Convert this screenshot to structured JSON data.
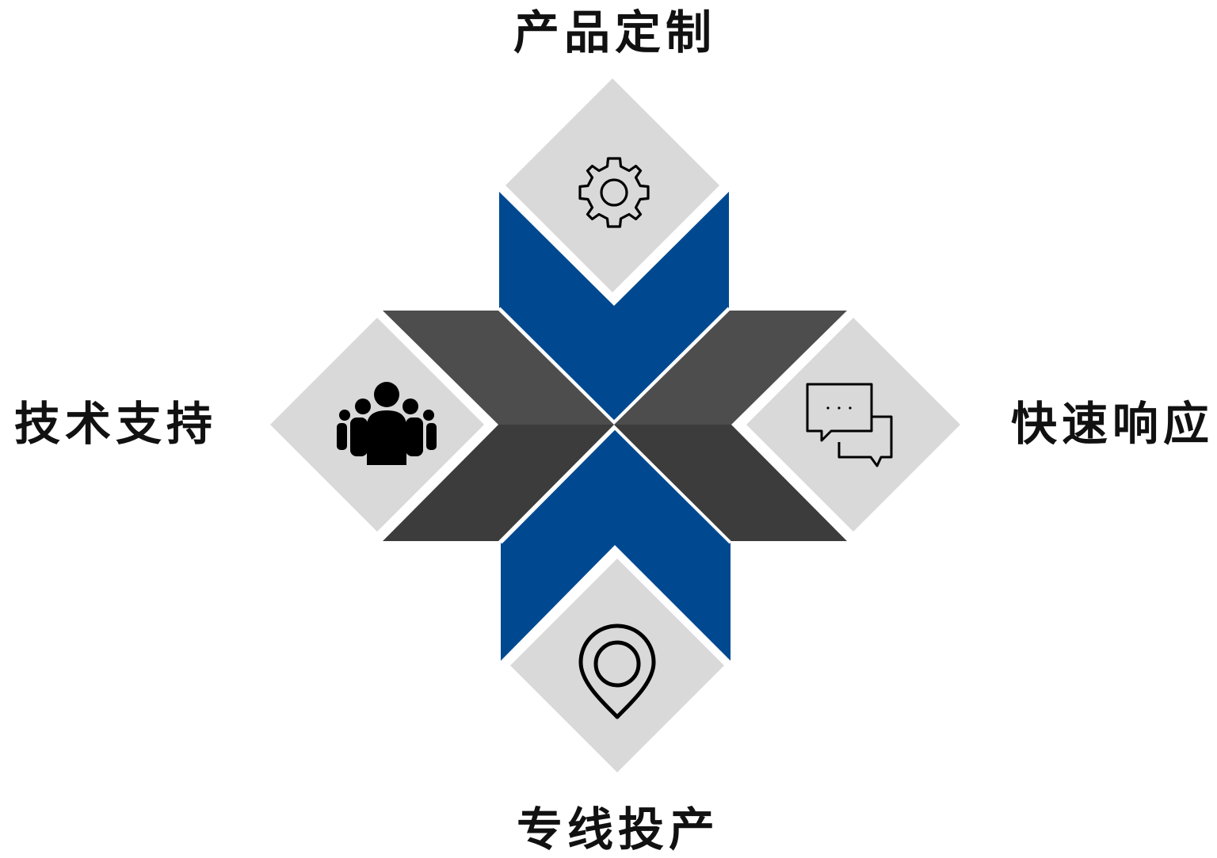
{
  "diagram": {
    "items": [
      {
        "label": "产品定制",
        "icon": "gear-icon"
      },
      {
        "label": "技术支持",
        "icon": "people-group-icon"
      },
      {
        "label": "快速响应",
        "icon": "chat-bubbles-icon"
      },
      {
        "label": "专线投产",
        "icon": "location-pin-icon"
      }
    ],
    "colors": {
      "blue": "#004990",
      "dark_gray_upper": "#4D4D4D",
      "dark_gray_lower": "#3C3C3C",
      "diamond_fill": "#D9D9D9",
      "icon": "#000000"
    }
  }
}
